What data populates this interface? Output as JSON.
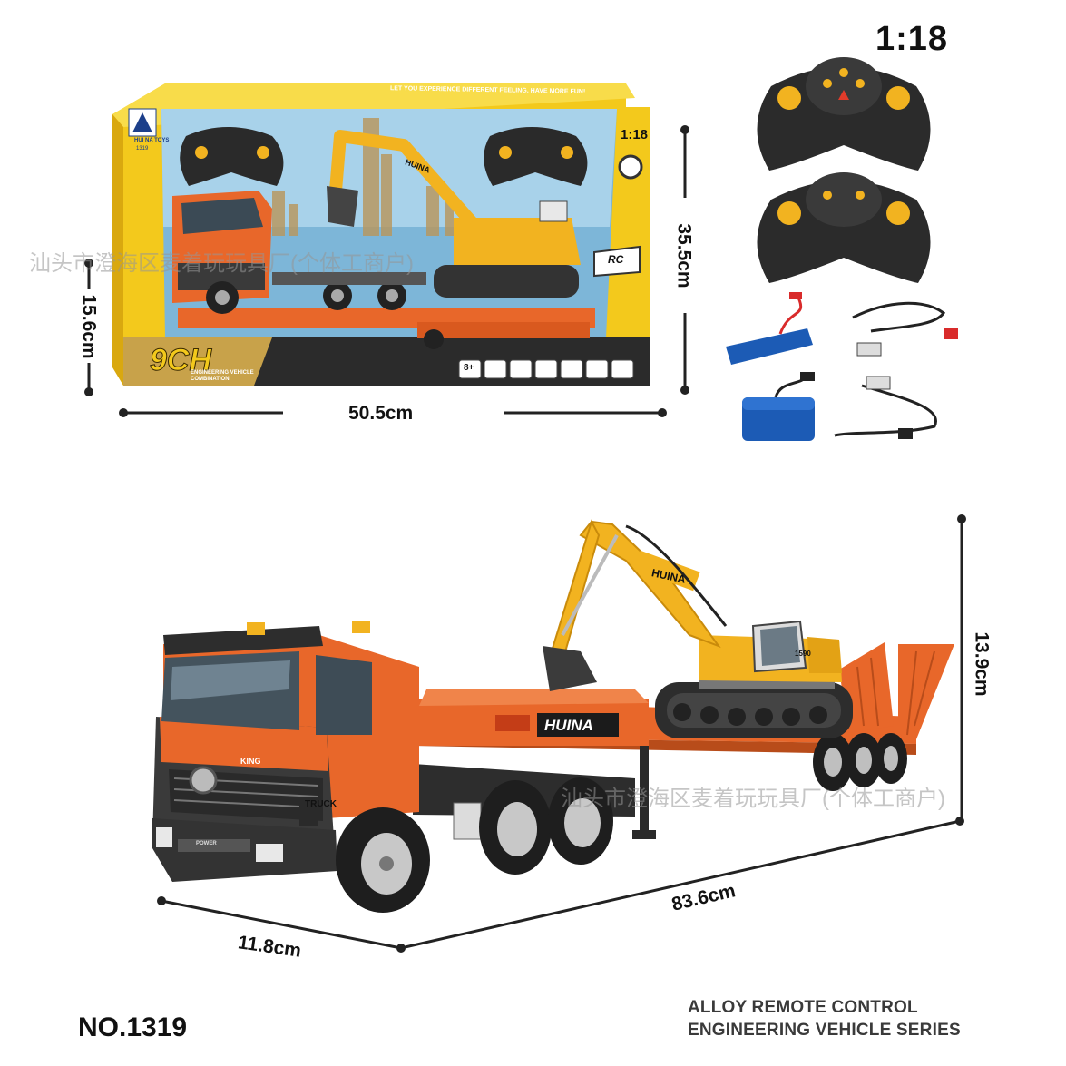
{
  "scale": "1:18",
  "box": {
    "scale_badge": "1:18",
    "rc_badge": "RC",
    "brand_text": "HUI NA TOYS",
    "model_small": "1319",
    "banner_text": "LET YOU EXPERIENCE DIFFERENT FEELING, HAVE MORE FUN!",
    "channel_text": "9CH",
    "subtitle_text": "ENGINEERING VEHICLE COMBINATION",
    "age_badge": "8+",
    "excavator_brand": "HUINA"
  },
  "box_dims": {
    "width": "50.5cm",
    "height": "35.5cm",
    "depth": "15.6cm"
  },
  "truck_dims": {
    "length": "83.6cm",
    "width": "11.8cm",
    "height": "13.9cm"
  },
  "truck": {
    "brand_plate": "HUINA",
    "cab_badge": "KING",
    "side_text": "TRUCK",
    "grille_text": "POWER",
    "trailer_logo": "HUINA",
    "excavator_model": "1590"
  },
  "watermark": "汕头市澄海区麦着玩玩具厂(个体工商户)",
  "model_number": "NO.1319",
  "series_line1": "ALLOY REMOTE CONTROL",
  "series_line2": "ENGINEERING VEHICLE SERIES",
  "colors": {
    "truck_orange": "#e8672a",
    "excavator_yellow": "#f2b320",
    "box_yellow": "#f4cc1d",
    "dark": "#2a2a2a"
  }
}
